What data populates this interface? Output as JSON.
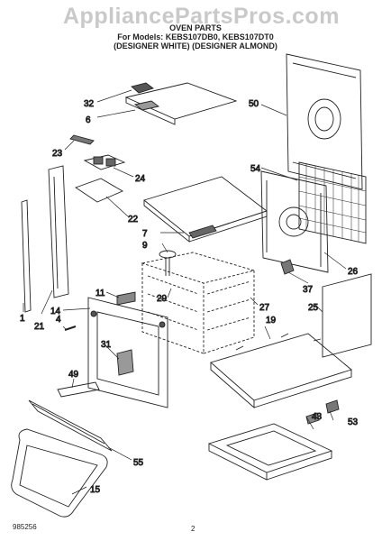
{
  "watermark": "AppliancePartsPros.com",
  "header": {
    "title": "OVEN PARTS",
    "subtitle": "For Models: KEBS107DB0, KEBS107DT0",
    "colors": "(DESIGNER WHITE) (DESIGNER ALMOND)"
  },
  "footer": {
    "doc_number": "985256",
    "page_number": "2"
  },
  "callouts": [
    {
      "id": "32",
      "part": "p32"
    },
    {
      "id": "6",
      "part": "p6"
    },
    {
      "id": "50",
      "part": "p50"
    },
    {
      "id": "23",
      "part": "p23"
    },
    {
      "id": "24",
      "part": "p24"
    },
    {
      "id": "54",
      "part": "p54"
    },
    {
      "id": "22",
      "part": "p22"
    },
    {
      "id": "7",
      "part": "p7"
    },
    {
      "id": "9",
      "part": "p9"
    },
    {
      "id": "26",
      "part": "p26"
    },
    {
      "id": "37",
      "part": "p37"
    },
    {
      "id": "11",
      "part": "p11"
    },
    {
      "id": "29",
      "part": "p29"
    },
    {
      "id": "27",
      "part": "p27"
    },
    {
      "id": "25",
      "part": "p25"
    },
    {
      "id": "14",
      "part": "p14"
    },
    {
      "id": "1",
      "part": "p1"
    },
    {
      "id": "21",
      "part": "p21"
    },
    {
      "id": "4",
      "part": "p4"
    },
    {
      "id": "19",
      "part": "p19"
    },
    {
      "id": "31",
      "part": "p31"
    },
    {
      "id": "49",
      "part": "p49"
    },
    {
      "id": "43",
      "part": "p43"
    },
    {
      "id": "53",
      "part": "p53"
    },
    {
      "id": "55",
      "part": "p55"
    },
    {
      "id": "15",
      "part": "p15"
    }
  ]
}
